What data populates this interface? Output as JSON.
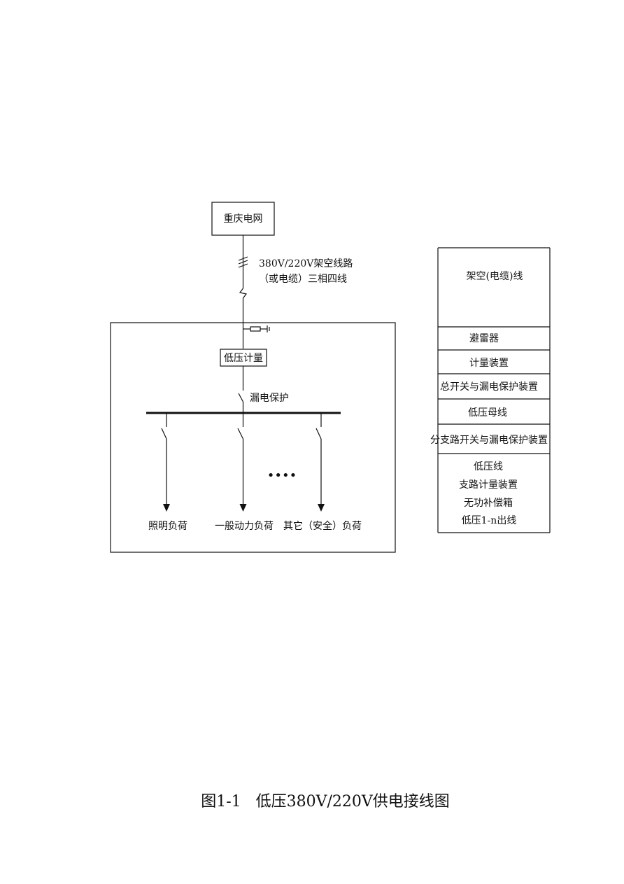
{
  "diagram": {
    "source_box": "重庆电网",
    "line_label_1": "380V/220V架空线路",
    "line_label_2": "（或电缆）三相四线",
    "meter_box": "低压计量",
    "leakage_label": "漏电保护",
    "dots": "••••",
    "loads": [
      "照明负荷",
      "一般动力负荷",
      "其它（安全）负荷"
    ]
  },
  "legend": {
    "rows": [
      [
        "架空(电缆)线"
      ],
      [
        "避雷器"
      ],
      [
        "计量装置"
      ],
      [
        "总开关与漏电保护装置"
      ],
      [
        "低压母线"
      ],
      [
        "分支路开关与漏电保护装置"
      ],
      [
        "低压线",
        "支路计量装置",
        "无功补偿箱",
        "低压1-n出线"
      ]
    ]
  },
  "caption": "图1-1   低压380V/220V供电接线图"
}
